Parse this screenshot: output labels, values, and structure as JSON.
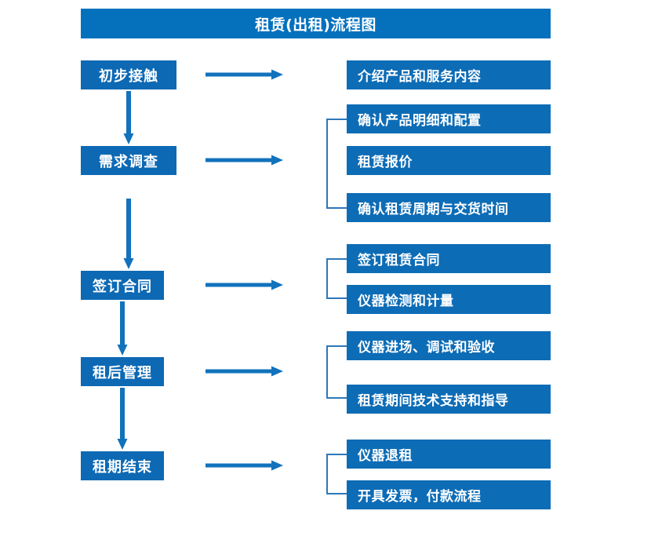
{
  "title": "租赁(出租)流程图",
  "colors": {
    "title_bar": "#0571bd",
    "stage_box": "#0d69b4",
    "detail_box": "#0d6cb6",
    "arrow": "#1272bc",
    "bracket": "#2e77b8",
    "text": "#ffffff",
    "background": "#ffffff"
  },
  "stages": [
    {
      "label": "初步接触"
    },
    {
      "label": "需求调查"
    },
    {
      "label": "签订合同"
    },
    {
      "label": "租后管理"
    },
    {
      "label": "租期结束"
    }
  ],
  "detail_groups": [
    {
      "stage": "初步接触",
      "has_bracket": false,
      "items": [
        {
          "label": "介绍产品和服务内容"
        }
      ]
    },
    {
      "stage": "需求调查",
      "has_bracket": true,
      "items": [
        {
          "label": "确认产品明细和配置"
        },
        {
          "label": "租赁报价"
        },
        {
          "label": "确认租赁周期与交货时间"
        }
      ]
    },
    {
      "stage": "签订合同",
      "has_bracket": true,
      "items": [
        {
          "label": "签订租赁合同"
        },
        {
          "label": "仪器检测和计量"
        }
      ]
    },
    {
      "stage": "租后管理",
      "has_bracket": true,
      "items": [
        {
          "label": "仪器进场、调试和验收"
        },
        {
          "label": "租赁期间技术支持和指导"
        }
      ]
    },
    {
      "stage": "租期结束",
      "has_bracket": true,
      "items": [
        {
          "label": "仪器退租"
        },
        {
          "label": "开具发票，付款流程"
        }
      ]
    }
  ]
}
